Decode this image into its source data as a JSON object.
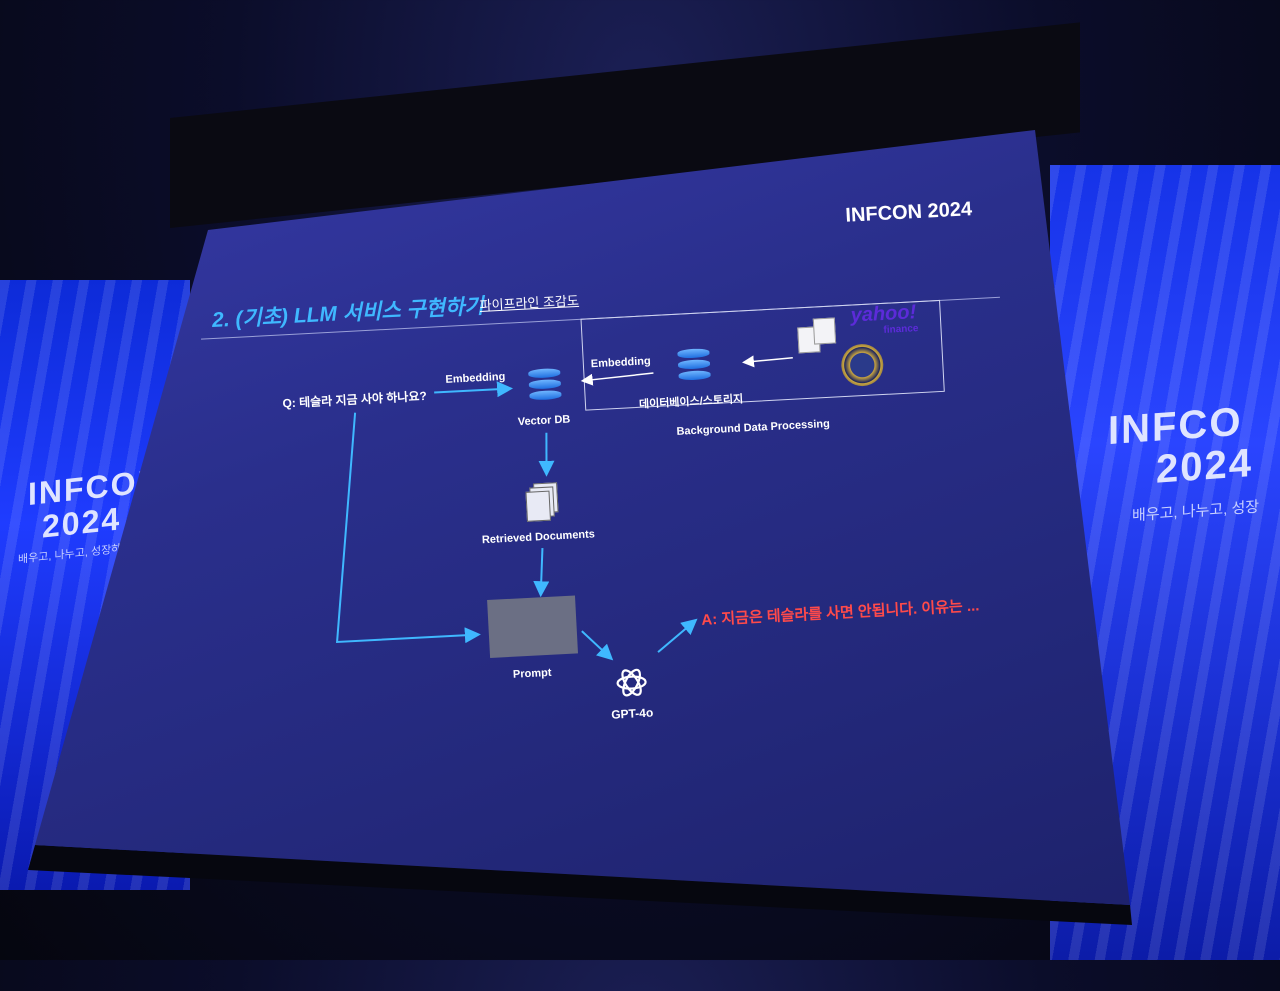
{
  "stage": {
    "left_banner": {
      "logo_line1": "INFCON",
      "logo_line2": "2024",
      "tagline": "배우고, 나누고, 성장하세"
    },
    "right_banner": {
      "logo_line1": "INFCO",
      "logo_line2": "2024",
      "tagline": "배우고, 나누고, 성장"
    }
  },
  "slide": {
    "brand": "INFCON 2024",
    "title": "2. (기초) LLM 서비스 구현하기",
    "subtitle": "파이프라인 조감도",
    "question": "Q: 테슬라 지금 사야 하나요?",
    "embedding_left": "Embedding",
    "vector_db": "Vector DB",
    "embedding_right": "Embedding",
    "storage": "데이터베이스/스토리지",
    "background_processing": "Background Data Processing",
    "source_logo": "yahoo!",
    "source_logo_sub": "finance",
    "retrieved_docs": "Retrieved Documents",
    "prompt": "Prompt",
    "model": "GPT-4o",
    "answer": "A: 지금은 테슬라를 사면 안됩니다. 이유는 ..."
  },
  "colors": {
    "title_accent": "#3fb8ff",
    "answer_red": "#ff4a4a",
    "arrow_blue": "#3fb8ff",
    "db_blue": "#1f6fe0"
  }
}
